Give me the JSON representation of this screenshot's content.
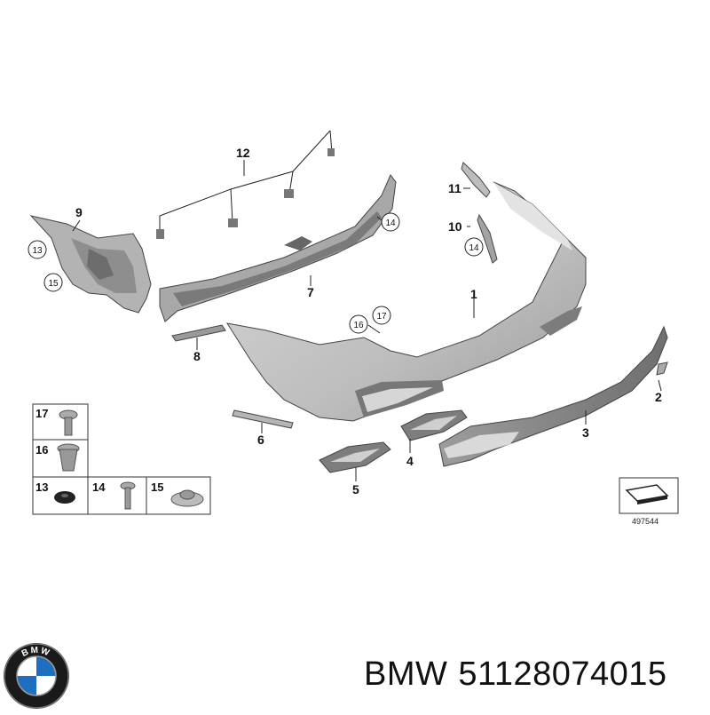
{
  "callouts": {
    "c1": "1",
    "c2": "2",
    "c3": "3",
    "c4": "4",
    "c5": "5",
    "c6": "6",
    "c7": "7",
    "c8": "8",
    "c9": "9",
    "c10": "10",
    "c11": "11",
    "c12": "12"
  },
  "circled": {
    "a13": "13",
    "a14_1": "14",
    "a14_2": "14",
    "a15": "15",
    "a16": "16",
    "a17": "17"
  },
  "legend": {
    "l17": "17",
    "l16": "16",
    "l13": "13",
    "l14": "14",
    "l15": "15"
  },
  "diagram_code": "497544",
  "logo": {
    "letters": "BMW"
  },
  "caption": {
    "brand": "BMW",
    "part_number": "51128074015"
  },
  "colors": {
    "part_fill": "#c9c9c9",
    "part_dark": "#8a8a8a",
    "logo_blue": "#1f6fc0",
    "logo_ring": "#1a1a1a"
  }
}
